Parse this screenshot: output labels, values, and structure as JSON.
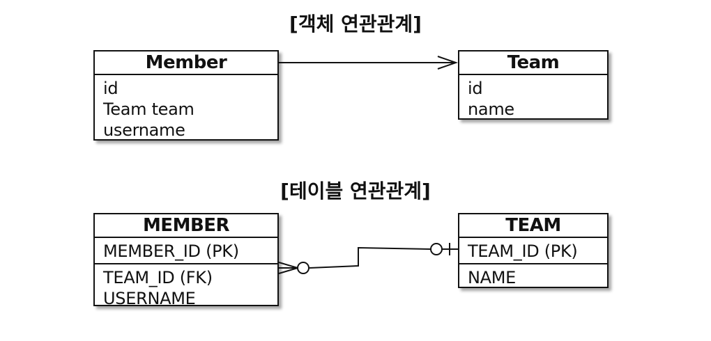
{
  "titles": {
    "object_relation": "[객체 연관관계]",
    "table_relation": "[테이블 연관관계]"
  },
  "object_model": {
    "member": {
      "name": "Member",
      "fields": [
        "id",
        "Team team",
        "username"
      ]
    },
    "team": {
      "name": "Team",
      "fields": [
        "id",
        "name"
      ]
    },
    "relation": "directed-association"
  },
  "table_model": {
    "member": {
      "name": "MEMBER",
      "pk_fields": [
        "MEMBER_ID (PK)"
      ],
      "fields": [
        "TEAM_ID (FK)",
        "USERNAME"
      ]
    },
    "team": {
      "name": "TEAM",
      "pk_fields": [
        "TEAM_ID (PK)"
      ],
      "fields": [
        "NAME"
      ]
    },
    "relation": "many-optional-to-one"
  }
}
